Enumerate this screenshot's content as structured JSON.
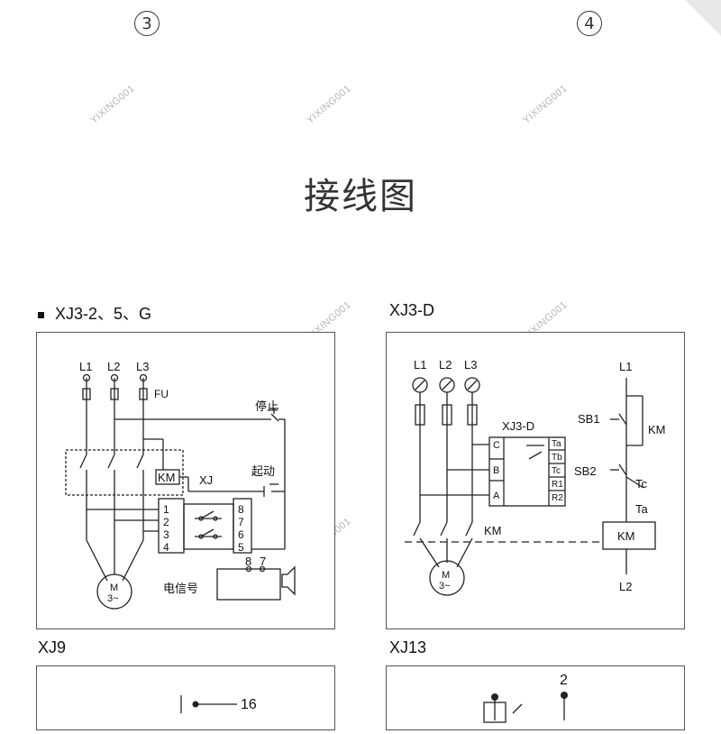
{
  "pages": {
    "left": "3",
    "right": "4"
  },
  "title": "接线图",
  "watermark": "YIXING001",
  "sections": {
    "xj3_2": {
      "label": "XJ3-2、5、G",
      "phases": [
        "L1",
        "L2",
        "L3"
      ],
      "fuse": "FU",
      "stop": "停止",
      "start": "起动",
      "km": "KM",
      "relay": "XJ",
      "pins_left": [
        "1",
        "2",
        "3",
        "4"
      ],
      "pins_right": [
        "8",
        "7",
        "6",
        "5"
      ],
      "signal_pins": [
        "8",
        "7"
      ],
      "signal": "电信号",
      "motor": "M",
      "motor_sub": "3~"
    },
    "xj3_d": {
      "label": "XJ3-D",
      "phases": [
        "L1",
        "L2",
        "L3"
      ],
      "module": "XJ3-D",
      "inputs": [
        "C",
        "B",
        "A"
      ],
      "outputs": [
        "Ta",
        "Tb",
        "Tc",
        "R1",
        "R2"
      ],
      "km": "KM",
      "l1": "L1",
      "l2": "L2",
      "sb1": "SB1",
      "sb2": "SB2",
      "tc": "Tc",
      "ta": "Ta",
      "motor": "M",
      "motor_sub": "3~"
    },
    "xj9": {
      "label": "XJ9",
      "pin": "16"
    },
    "xj13": {
      "label": "XJ13",
      "pin": "2"
    }
  }
}
